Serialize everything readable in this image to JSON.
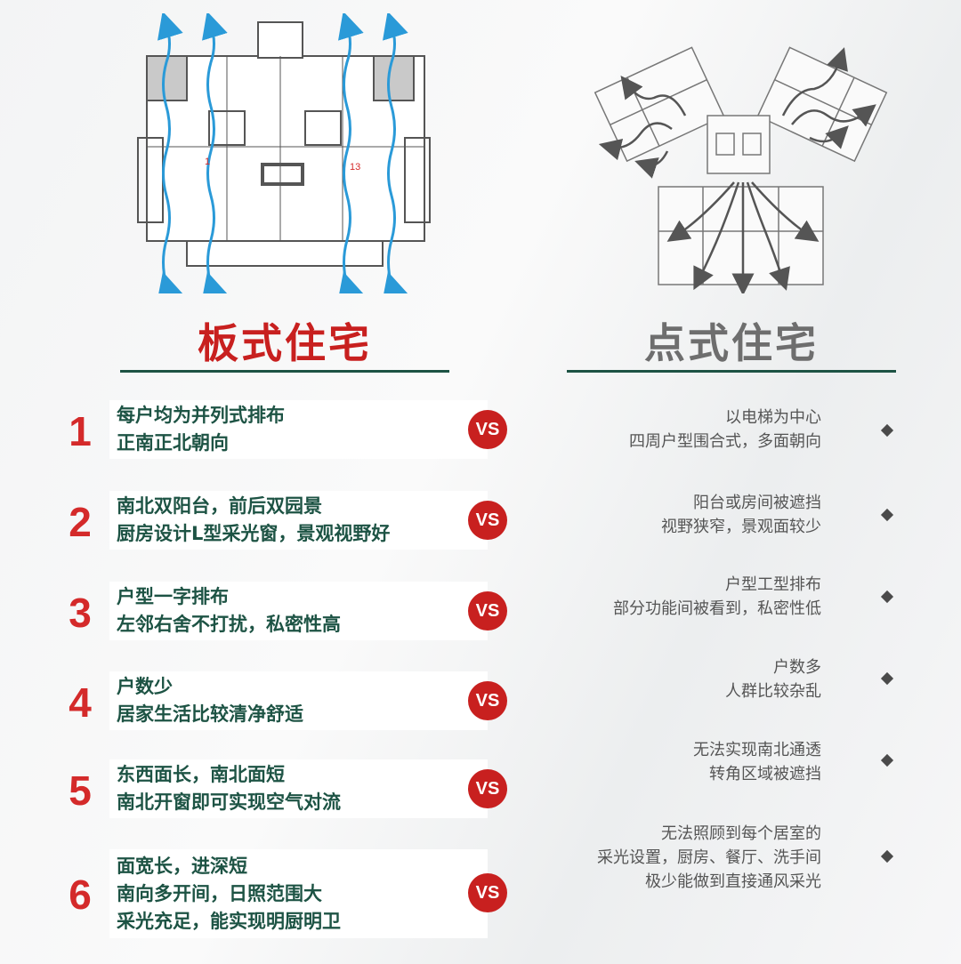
{
  "left_title": "板式住宅",
  "right_title": "点式住宅",
  "vs_label": "VS",
  "plan_left_unit_label": "13",
  "rows": [
    {
      "num": "1",
      "left": [
        "每户均为并列式排布",
        "正南正北朝向"
      ],
      "right": [
        "以电梯为中心",
        "四周户型围合式，多面朝向"
      ]
    },
    {
      "num": "2",
      "left": [
        "南北双阳台，前后双园景",
        "厨房设计L型采光窗，景观视野好"
      ],
      "right": [
        "阳台或房间被遮挡",
        "视野狭窄，景观面较少"
      ]
    },
    {
      "num": "3",
      "left": [
        "户型一字排布",
        "左邻右舍不打扰，私密性高"
      ],
      "right": [
        "户型工型排布",
        "部分功能间被看到，私密性低"
      ]
    },
    {
      "num": "4",
      "left": [
        "户数少",
        "居家生活比较清净舒适"
      ],
      "right": [
        "户数多",
        "人群比较杂乱"
      ]
    },
    {
      "num": "5",
      "left": [
        "东西面长，南北面短",
        "南北开窗即可实现空气对流"
      ],
      "right": [
        "无法实现南北通透",
        "转角区域被遮挡"
      ]
    },
    {
      "num": "6",
      "left": [
        "面宽长，进深短",
        "南向多开间，日照范围大",
        "采光充足，能实现明厨明卫"
      ],
      "right": [
        "无法照顾到每个居室的",
        "采光设置，厨房、餐厅、洗手间",
        "极少能做到直接通风采光"
      ]
    }
  ],
  "colors": {
    "accent_red": "#c8201f",
    "dark_green": "#1d5344",
    "gray_title": "#6e6e6e",
    "arrow_blue": "#2a9ad8",
    "arrow_gray": "#555555"
  }
}
